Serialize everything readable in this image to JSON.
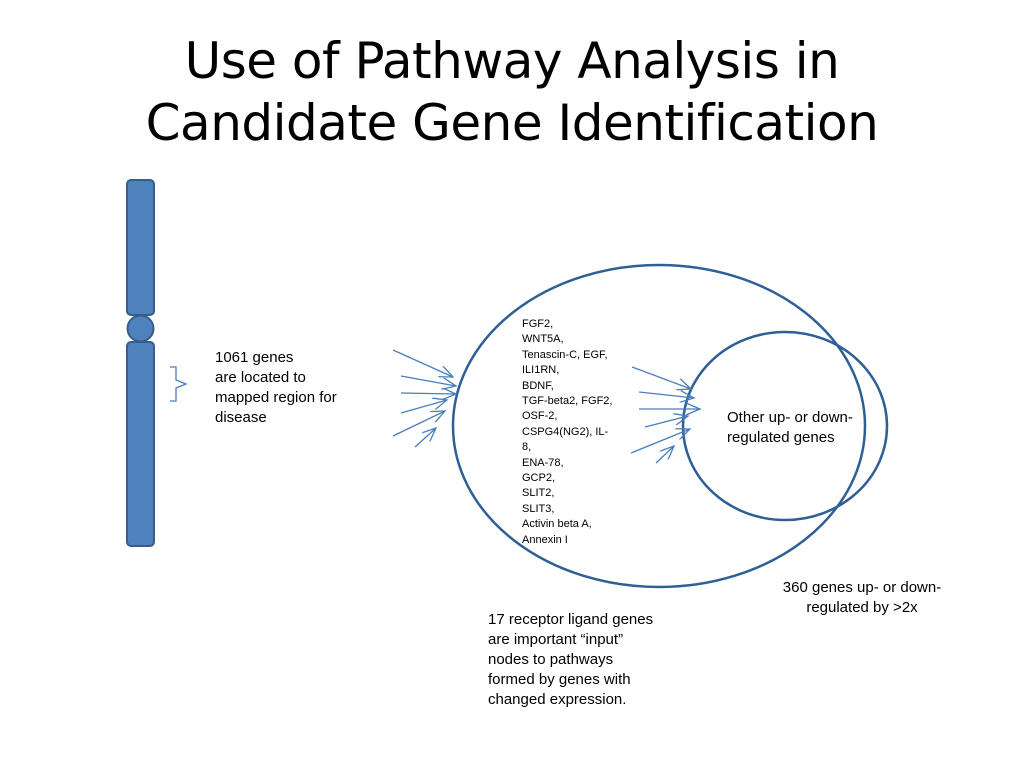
{
  "slide": {
    "title_line1": "Use of Pathway Analysis in",
    "title_line2": "Candidate Gene Identification"
  },
  "chromosome": {
    "fill": "#4f81bd",
    "stroke": "#385d8a",
    "icon": "chromosome-icon"
  },
  "labels": {
    "genes_count": "1061 genes\nare located to\nmapped region for\ndisease",
    "inner_circle": "Other up- or down-\nregulated genes",
    "outer_circle": "360 genes up- or down-\nregulated by >2x",
    "receptor_note": "17 receptor ligand genes\nare important  “input”\nnodes to pathways\nformed by genes with\nchanged expression."
  },
  "gene_list": [
    "FGF2,",
    "WNT5A,",
    "Tenascin-C, EGF,",
    "ILI1RN,",
    "BDNF,",
    "TGF-beta2, FGF2,",
    "OSF-2,",
    "CSPG4(NG2), IL-",
    "8,",
    "ENA-78,",
    "GCP2,",
    "SLIT2,",
    "SLIT3,",
    "Activin beta A,",
    "Annexin I"
  ],
  "colors": {
    "circle_stroke": "#2e5f95",
    "arrow": "#4a7ebb",
    "bracket": "#4a7ebb"
  }
}
